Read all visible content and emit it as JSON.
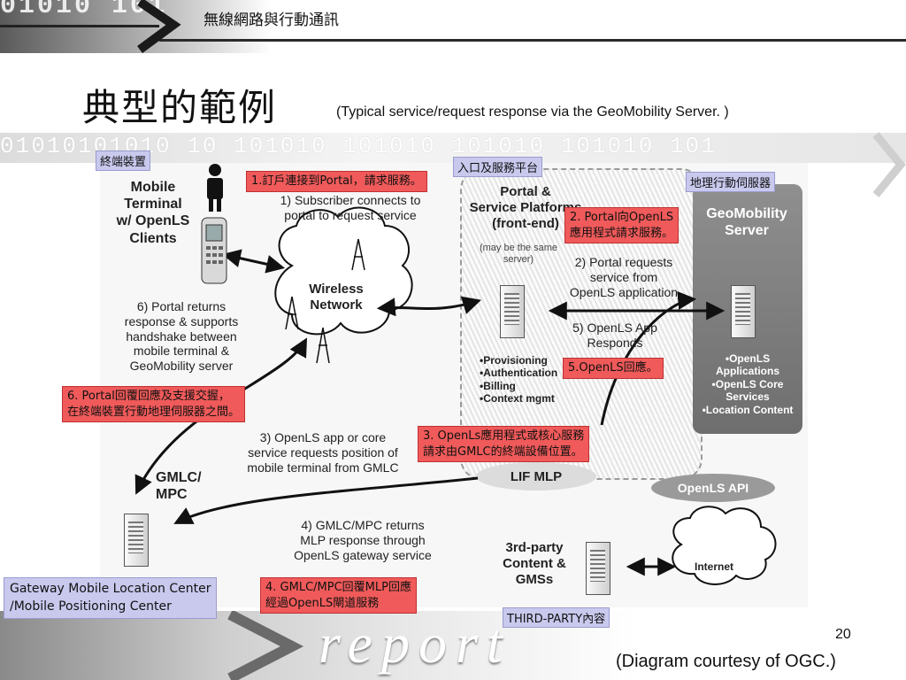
{
  "slide": {
    "header": "無線網路與行動通訊",
    "title_zh": "典型的範例",
    "title_en": "(Typical service/request response via the GeoMobility Server. )",
    "page_number": "20",
    "credit": "(Diagram courtesy of OGC.)",
    "decor_binary_top": "01010 101",
    "decor_binary_band": "01010101010  10 101010  101010  101010 101010 101",
    "decor_word": "report"
  },
  "diagram": {
    "mobile_terminal": "Mobile\nTerminal\nw/ OpenLS\nClients",
    "step1": "1) Subscriber connects to\nportal to request service",
    "wireless": "Wireless\nNetwork",
    "step6": "6) Portal returns\nresponse & supports\nhandshake between\nmobile terminal &\nGeoMobility server",
    "portal_title": "Portal &\nService Platforms\n(front-end)",
    "portal_note": "(may be the same\nserver)",
    "step2": "2) Portal requests\nservice from\nOpenLS application",
    "step5": "5) OpenLS App\nResponds",
    "portal_functions": "•Provisioning\n•Authentication\n•Billing\n•Context mgmt",
    "geo_title": "GeoMobility\nServer",
    "geo_functions": "•OpenLS\nApplications\n•OpenLS Core\nServices\n•Location Content",
    "step3": "3) OpenLS app or core\nservice requests position of\nmobile terminal from GMLC",
    "lif_mlp": "LIF MLP",
    "openls_api": "OpenLS API",
    "gmlc": "GMLC/\nMPC",
    "step4": "4) GMLC/MPC returns\nMLP response through\nOpenLS gateway service",
    "third_party": "3rd-party\nContent &\nGMSs",
    "internet": "Internet"
  },
  "labels": {
    "terminal_device": "終端裝置",
    "portal_platform": "入口及服務平台",
    "geo_server": "地理行動伺服器",
    "third_party_content": "THIRD-PARTY內容",
    "gmlc_full": "Gateway Mobile Location Center\n/Mobile Positioning Center"
  },
  "callouts": {
    "c1": "1.訂戶連接到Portal，請求服務。",
    "c2": "2. Portal向OpenLS\n應用程式請求服務。",
    "c5": "5.OpenLS回應。",
    "c6": "6. Portal回覆回應及支援交握，\n在終端裝置行動地理伺服器之間。",
    "c3": "3. OpenLs應用程式或核心服務\n請求由GMLC的終端設備位置。",
    "c4": "4. GMLC/MPC回覆MLP回應\n經過OpenLS閘道服務"
  },
  "colors": {
    "callout_red": "#f05a5a",
    "label_blue": "#c9c9ee",
    "geo_panel": "#7a7a7a"
  }
}
